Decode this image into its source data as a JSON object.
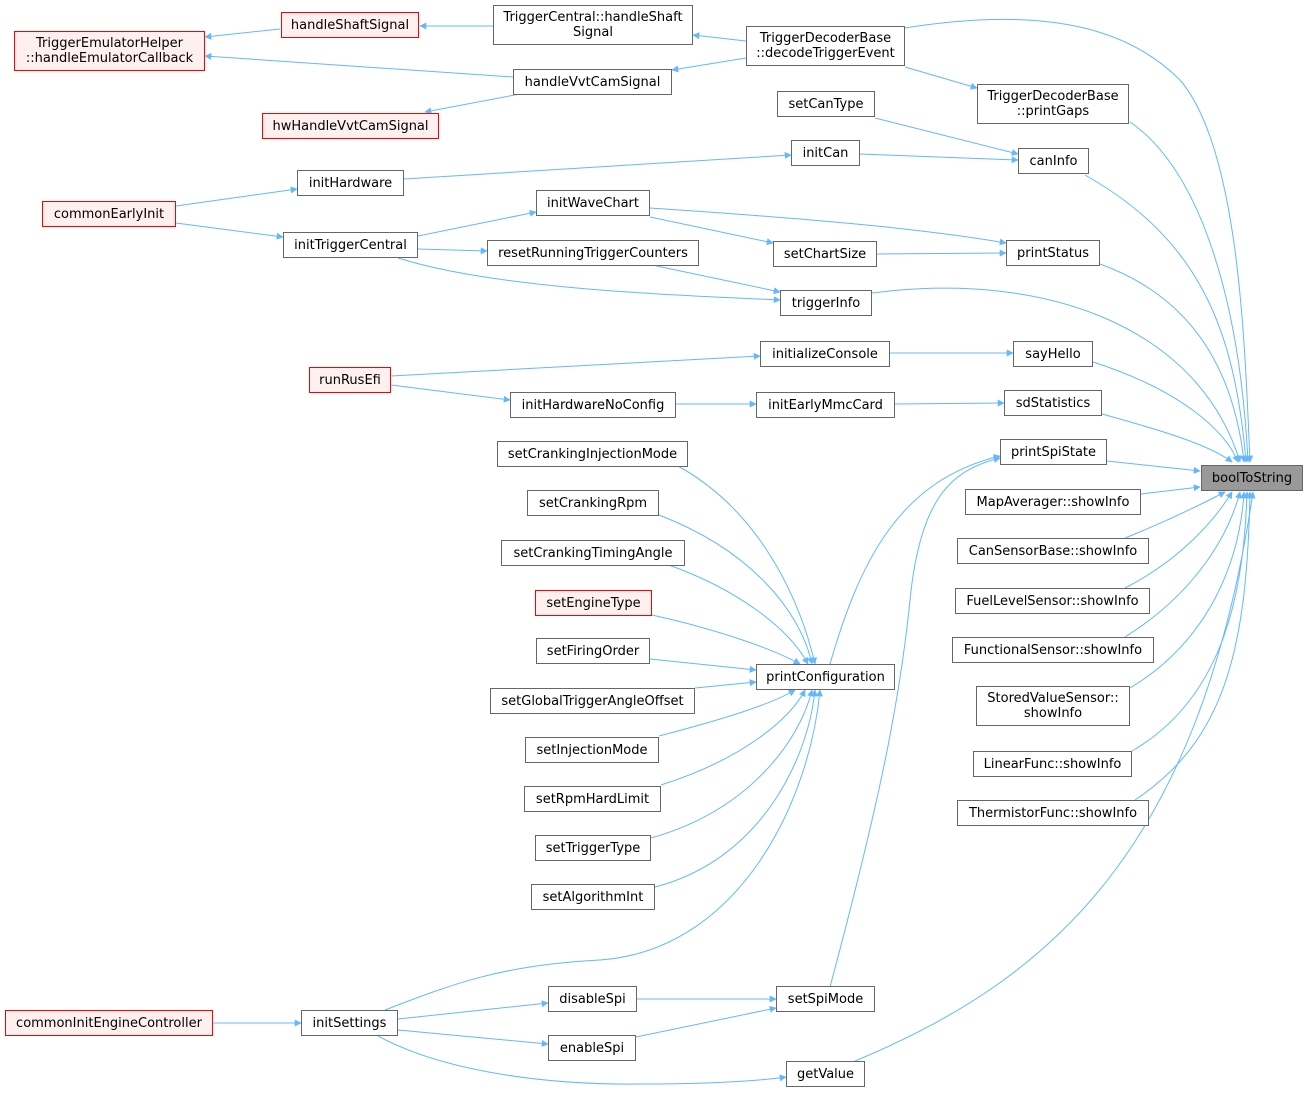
{
  "graph": {
    "colors": {
      "edge": "#63b8ff",
      "node_border": "#666666",
      "highlight_border": "#ff0000",
      "highlight_fill": "#fff0f0",
      "focus_fill": "#999999"
    },
    "nodes": {
      "boolToString": "boolToString",
      "triggerEmulatorHelper": "TriggerEmulatorHelper\n::handleEmulatorCallback",
      "handleShaftSignal": "handleShaftSignal",
      "triggerCentralHandleShaft": "TriggerCentral::handleShaft\nSignal",
      "decodeTriggerEvent": "TriggerDecoderBase\n::decodeTriggerEvent",
      "handleVvtCamSignal": "handleVvtCamSignal",
      "hwHandleVvtCamSignal": "hwHandleVvtCamSignal",
      "printGaps": "TriggerDecoderBase\n::printGaps",
      "setCanType": "setCanType",
      "initCan": "initCan",
      "canInfo": "canInfo",
      "initHardware": "initHardware",
      "commonEarlyInit": "commonEarlyInit",
      "initWaveChart": "initWaveChart",
      "initTriggerCentral": "initTriggerCentral",
      "resetRunningTriggerCounters": "resetRunningTriggerCounters",
      "setChartSize": "setChartSize",
      "printStatus": "printStatus",
      "triggerInfo": "triggerInfo",
      "initializeConsole": "initializeConsole",
      "sayHello": "sayHello",
      "runRusEfi": "runRusEfi",
      "initHardwareNoConfig": "initHardwareNoConfig",
      "initEarlyMmcCard": "initEarlyMmcCard",
      "sdStatistics": "sdStatistics",
      "printSpiState": "printSpiState",
      "setCrankingInjectionMode": "setCrankingInjectionMode",
      "mapAveragerShowInfo": "MapAverager::showInfo",
      "setCrankingRpm": "setCrankingRpm",
      "canSensorBaseShowInfo": "CanSensorBase::showInfo",
      "setCrankingTimingAngle": "setCrankingTimingAngle",
      "setEngineType": "setEngineType",
      "fuelLevelSensorShowInfo": "FuelLevelSensor::showInfo",
      "setFiringOrder": "setFiringOrder",
      "functionalSensorShowInfo": "FunctionalSensor::showInfo",
      "printConfiguration": "printConfiguration",
      "setGlobalTriggerAngleOffset": "setGlobalTriggerAngleOffset",
      "storedValueSensorShowInfo": "StoredValueSensor::\nshowInfo",
      "setInjectionMode": "setInjectionMode",
      "linearFuncShowInfo": "LinearFunc::showInfo",
      "setRpmHardLimit": "setRpmHardLimit",
      "thermistorFuncShowInfo": "ThermistorFunc::showInfo",
      "setTriggerType": "setTriggerType",
      "setAlgorithmInt": "setAlgorithmInt",
      "disableSpi": "disableSpi",
      "setSpiMode": "setSpiMode",
      "commonInitEngineController": "commonInitEngineController",
      "initSettings": "initSettings",
      "enableSpi": "enableSpi",
      "getValue": "getValue"
    }
  }
}
